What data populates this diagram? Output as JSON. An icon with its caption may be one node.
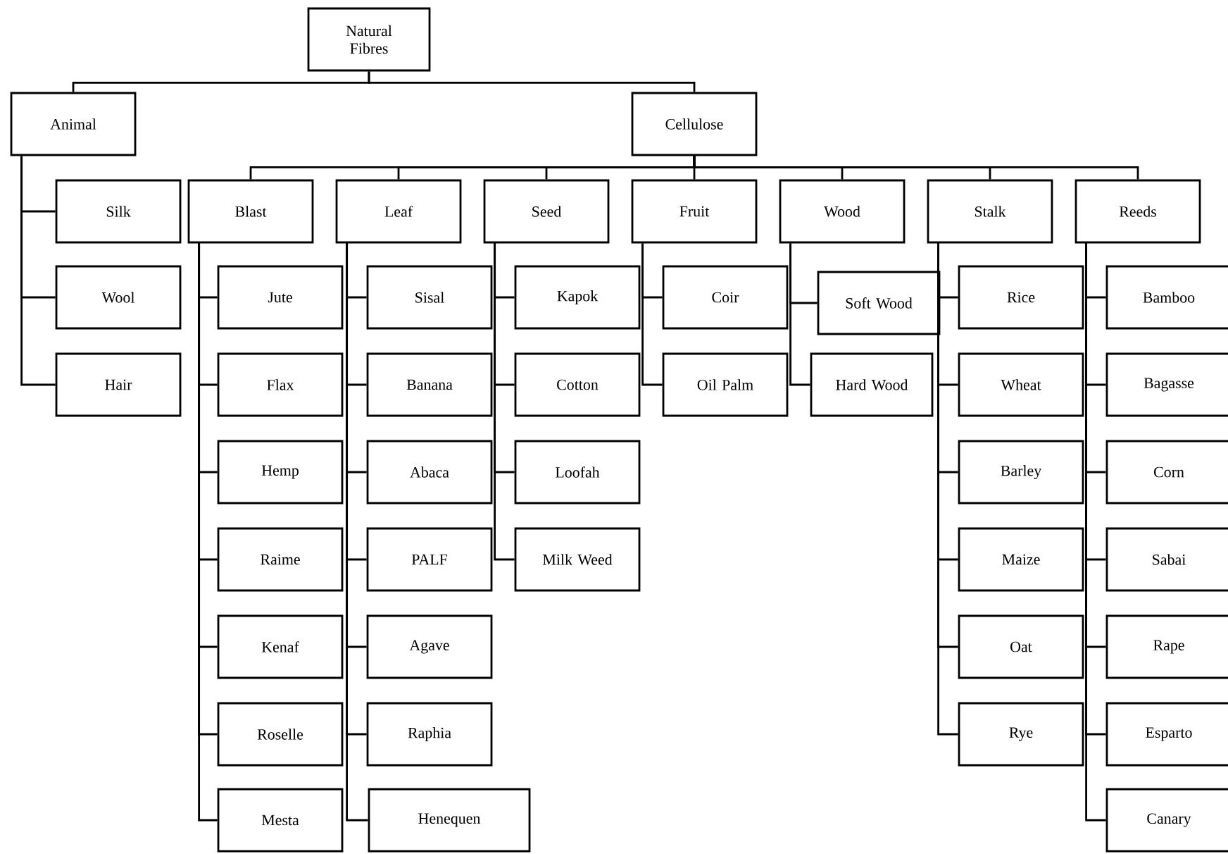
{
  "diagram": {
    "nodes": [
      {
        "text": [
          "Natural Fibres"
        ]
      },
      {
        "text": [
          "Animal"
        ]
      },
      {
        "text": [
          "Cellulose"
        ]
      },
      {
        "text": [
          "Silk"
        ]
      },
      {
        "text": [
          "Wool"
        ]
      },
      {
        "text": [
          "Hair"
        ]
      },
      {
        "text": [
          "Blast"
        ]
      },
      {
        "text": [
          "Leaf"
        ]
      },
      {
        "text": [
          "Seed"
        ]
      },
      {
        "text": [
          "Fruit"
        ]
      },
      {
        "text": [
          "Wood"
        ]
      },
      {
        "text": [
          "Stalk"
        ]
      },
      {
        "text": [
          "Reeds"
        ]
      },
      {
        "text": [
          "Jute"
        ]
      },
      {
        "text": [
          "Flax"
        ]
      },
      {
        "text": [
          "Hemp"
        ]
      },
      {
        "text": [
          "Raime"
        ]
      },
      {
        "text": [
          "Kenaf"
        ]
      },
      {
        "text": [
          "Roselle"
        ]
      },
      {
        "text": [
          "Mesta"
        ]
      },
      {
        "text": [
          "Sisal"
        ]
      },
      {
        "text": [
          "Banana"
        ]
      },
      {
        "text": [
          "Abaca"
        ]
      },
      {
        "text": [
          "PALF"
        ]
      },
      {
        "text": [
          "Agave"
        ]
      },
      {
        "text": [
          "Raphia"
        ]
      },
      {
        "text": [
          "Henequen"
        ]
      },
      {
        "text": [
          "Kapok"
        ]
      },
      {
        "text": [
          "Cotton"
        ]
      },
      {
        "text": [
          "Loofah"
        ]
      },
      {
        "text": [
          "Milk Weed"
        ]
      },
      {
        "text": [
          "Coir"
        ]
      },
      {
        "text": [
          "Oil Palm"
        ]
      },
      {
        "text": [
          "Soft Wood"
        ]
      },
      {
        "text": [
          "Hard Wood"
        ]
      },
      {
        "text": [
          "Rice"
        ]
      },
      {
        "text": [
          "Wheat"
        ]
      },
      {
        "text": [
          "Barley"
        ]
      },
      {
        "text": [
          "Maize"
        ]
      },
      {
        "text": [
          "Oat"
        ]
      },
      {
        "text": [
          "Rye"
        ]
      },
      {
        "text": [
          "Bamboo"
        ]
      },
      {
        "text": [
          "Bagasse"
        ]
      },
      {
        "text": [
          "Corn"
        ]
      },
      {
        "text": [
          "Sabai"
        ]
      },
      {
        "text": [
          "Rape"
        ]
      },
      {
        "text": [
          "Esparto"
        ]
      },
      {
        "text": [
          "Canary"
        ]
      }
    ],
    "edges": [
      {
        "from": 0,
        "to": 1,
        "arrow": "none"
      },
      {
        "from": 0,
        "to": 2,
        "arrow": "none"
      },
      {
        "from": 1,
        "to": 3,
        "arrow": "none"
      },
      {
        "from": 1,
        "to": 4,
        "arrow": "none"
      },
      {
        "from": 1,
        "to": 5,
        "arrow": "none"
      },
      {
        "from": 2,
        "to": 6,
        "arrow": "none"
      },
      {
        "from": 2,
        "to": 7,
        "arrow": "none"
      },
      {
        "from": 2,
        "to": 8,
        "arrow": "none"
      },
      {
        "from": 2,
        "to": 9,
        "arrow": "none"
      },
      {
        "from": 2,
        "to": 10,
        "arrow": "none"
      },
      {
        "from": 2,
        "to": 11,
        "arrow": "none"
      },
      {
        "from": 2,
        "to": 12,
        "arrow": "none"
      },
      {
        "from": 6,
        "to": 13,
        "arrow": "none"
      },
      {
        "from": 6,
        "to": 14,
        "arrow": "none"
      },
      {
        "from": 6,
        "to": 15,
        "arrow": "none"
      },
      {
        "from": 6,
        "to": 16,
        "arrow": "none"
      },
      {
        "from": 6,
        "to": 17,
        "arrow": "none"
      },
      {
        "from": 6,
        "to": 18,
        "arrow": "none"
      },
      {
        "from": 6,
        "to": 19,
        "arrow": "none"
      },
      {
        "from": 7,
        "to": 20,
        "arrow": "none"
      },
      {
        "from": 7,
        "to": 21,
        "arrow": "none"
      },
      {
        "from": 7,
        "to": 22,
        "arrow": "none"
      },
      {
        "from": 7,
        "to": 23,
        "arrow": "none"
      },
      {
        "from": 7,
        "to": 24,
        "arrow": "none"
      },
      {
        "from": 7,
        "to": 25,
        "arrow": "none"
      },
      {
        "from": 7,
        "to": 26,
        "arrow": "none"
      },
      {
        "from": 8,
        "to": 27,
        "arrow": "none"
      },
      {
        "from": 8,
        "to": 28,
        "arrow": "none"
      },
      {
        "from": 8,
        "to": 29,
        "arrow": "none"
      },
      {
        "from": 8,
        "to": 30,
        "arrow": "none"
      },
      {
        "from": 9,
        "to": 31,
        "arrow": "none"
      },
      {
        "from": 9,
        "to": 32,
        "arrow": "none"
      },
      {
        "from": 10,
        "to": 33,
        "arrow": "none"
      },
      {
        "from": 10,
        "to": 34,
        "arrow": "none"
      },
      {
        "from": 11,
        "to": 35,
        "arrow": "none"
      },
      {
        "from": 11,
        "to": 36,
        "arrow": "none"
      },
      {
        "from": 11,
        "to": 37,
        "arrow": "none"
      },
      {
        "from": 11,
        "to": 38,
        "arrow": "none"
      },
      {
        "from": 11,
        "to": 39,
        "arrow": "none"
      },
      {
        "from": 11,
        "to": 40,
        "arrow": "none"
      },
      {
        "from": 12,
        "to": 41,
        "arrow": "none"
      },
      {
        "from": 12,
        "to": 42,
        "arrow": "none"
      },
      {
        "from": 12,
        "to": 43,
        "arrow": "none"
      },
      {
        "from": 12,
        "to": 44,
        "arrow": "none"
      },
      {
        "from": 12,
        "to": 45,
        "arrow": "none"
      },
      {
        "from": 12,
        "to": 46,
        "arrow": "none"
      },
      {
        "from": 12,
        "to": 47,
        "arrow": "none"
      }
    ]
  }
}
